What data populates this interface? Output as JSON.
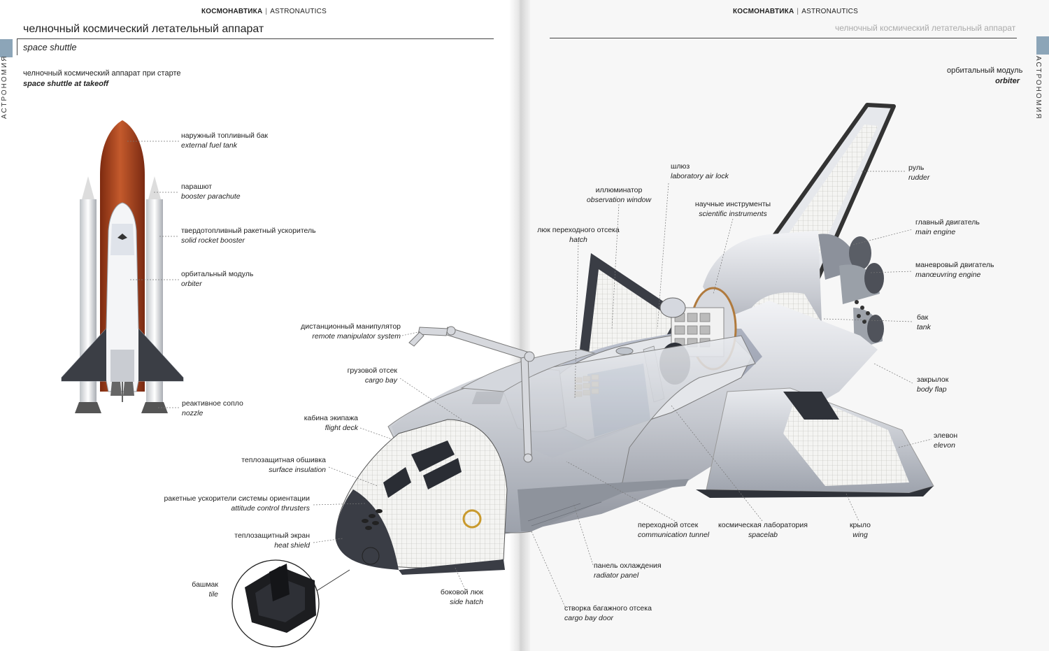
{
  "header": {
    "left": {
      "section_ru": "КОСМОНАВТИКА",
      "section_en": "ASTRONAUTICS"
    },
    "right": {
      "section_ru": "КОСМОНАВТИКА",
      "section_en": "ASTRONAUTICS"
    }
  },
  "titles": {
    "main_ru": "челночный космический летательный аппарат",
    "main_en": "space shuttle",
    "right_ru": "челночный космический летательный аппарат"
  },
  "side_tabs": {
    "left": "АСТРОНОМИЯ",
    "right": "АСТРОНОМИЯ"
  },
  "views": {
    "takeoff": {
      "ru": "челночный космический аппарат при старте",
      "en": "space shuttle at takeoff"
    },
    "orbiter": {
      "ru": "орбитальный модуль",
      "en": "orbiter"
    }
  },
  "labels": {
    "external_fuel_tank": {
      "ru": "наружный топливный бак",
      "en": "external fuel tank"
    },
    "booster_parachute": {
      "ru": "парашют",
      "en": "booster parachute"
    },
    "solid_rocket_booster": {
      "ru": "твердотопливный ракетный ускоритель",
      "en": "solid rocket booster"
    },
    "orbiter_left": {
      "ru": "орбитальный модуль",
      "en": "orbiter"
    },
    "nozzle": {
      "ru": "реактивное сопло",
      "en": "nozzle"
    },
    "remote_manipulator": {
      "ru": "дистанционный манипулятор",
      "en": "remote manipulator system"
    },
    "cargo_bay": {
      "ru": "грузовой отсек",
      "en": "cargo bay"
    },
    "flight_deck": {
      "ru": "кабина экипажа",
      "en": "flight deck"
    },
    "surface_insulation": {
      "ru": "теплозащитная обшивка",
      "en": "surface insulation"
    },
    "attitude_thrusters": {
      "ru": "ракетные ускорители системы ориентации",
      "en": "attitude control thrusters"
    },
    "heat_shield": {
      "ru": "теплозащитный экран",
      "en": "heat shield"
    },
    "tile": {
      "ru": "башмак",
      "en": "tile"
    },
    "side_hatch": {
      "ru": "боковой люк",
      "en": "side hatch"
    },
    "hatch": {
      "ru": "люк переходного отсека",
      "en": "hatch"
    },
    "observation_window": {
      "ru": "иллюминатор",
      "en": "observation window"
    },
    "air_lock": {
      "ru": "шлюз",
      "en": "laboratory air lock"
    },
    "scientific_instruments": {
      "ru": "научные инструменты",
      "en": "scientific instruments"
    },
    "rudder": {
      "ru": "руль",
      "en": "rudder"
    },
    "main_engine": {
      "ru": "главный двигатель",
      "en": "main engine"
    },
    "manoeuvring_engine": {
      "ru": "маневровый двигатель",
      "en": "manœuvring engine"
    },
    "tank": {
      "ru": "бак",
      "en": "tank"
    },
    "body_flap": {
      "ru": "закрылок",
      "en": "body flap"
    },
    "elevon": {
      "ru": "элевон",
      "en": "elevon"
    },
    "wing": {
      "ru": "крыло",
      "en": "wing"
    },
    "spacelab": {
      "ru": "космическая лаборатория",
      "en": "spacelab"
    },
    "communication_tunnel": {
      "ru": "переходной отсек",
      "en": "communication tunnel"
    },
    "radiator_panel": {
      "ru": "панель охлаждения",
      "en": "radiator panel"
    },
    "cargo_bay_door": {
      "ru": "створка багажного отсека",
      "en": "cargo bay door"
    }
  },
  "colors": {
    "tank": "#a9421f",
    "tab": "#8ca5b8",
    "heat_shield": "#3a3d45"
  }
}
